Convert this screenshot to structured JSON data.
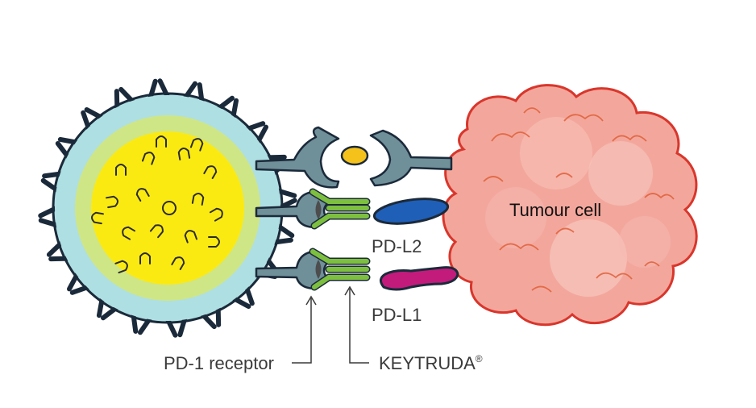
{
  "labels": {
    "tumour_cell": "Tumour cell",
    "pd_l2": "PD-L2",
    "pd_l1": "PD-L1",
    "pd1_receptor": "PD-1 receptor",
    "keytruda": "KEYTRUDA",
    "keytruda_mark": "®"
  },
  "colors": {
    "t_cell_outer": "#aedfe3",
    "t_cell_ring": "#cfe686",
    "t_cell_core": "#fbea12",
    "outline": "#1b2a3a",
    "receptor": "#6f8f99",
    "connector_ligand": "#f5c21b",
    "antibody": "#7dbf3f",
    "pd_l2": "#1f5fb8",
    "pd_l1": "#c21b7c",
    "tumour_fill": "#f3a79c",
    "tumour_edge": "#d9362c"
  },
  "icons": [
    "t-cell-icon",
    "tumour-cell-icon",
    "pd1-receptor-icon",
    "antibody-icon",
    "pd-l1-icon",
    "pd-l2-icon"
  ]
}
